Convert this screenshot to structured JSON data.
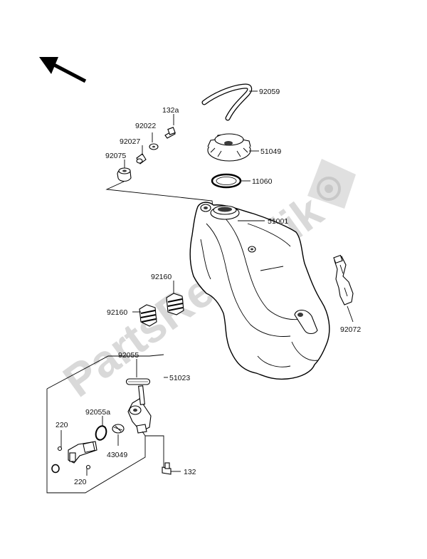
{
  "watermark": "PartsRepublik",
  "callouts": [
    {
      "id": "92059",
      "label": "92059"
    },
    {
      "id": "132a",
      "label": "132a"
    },
    {
      "id": "92022",
      "label": "92022"
    },
    {
      "id": "92027",
      "label": "92027"
    },
    {
      "id": "92075",
      "label": "92075"
    },
    {
      "id": "51049",
      "label": "51049"
    },
    {
      "id": "11060",
      "label": "11060"
    },
    {
      "id": "51001",
      "label": "51001"
    },
    {
      "id": "92160a",
      "label": "92160"
    },
    {
      "id": "92160b",
      "label": "92160"
    },
    {
      "id": "92072",
      "label": "92072"
    },
    {
      "id": "92055",
      "label": "92055"
    },
    {
      "id": "51023",
      "label": "51023"
    },
    {
      "id": "92055a",
      "label": "92055a"
    },
    {
      "id": "220a",
      "label": "220"
    },
    {
      "id": "43049",
      "label": "43049"
    },
    {
      "id": "220b",
      "label": "220"
    },
    {
      "id": "132",
      "label": "132"
    }
  ]
}
